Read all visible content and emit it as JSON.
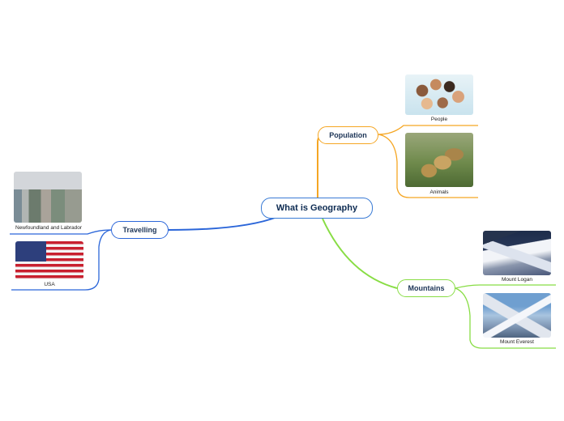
{
  "mindmap": {
    "central": "What is Geography",
    "branches": {
      "population": {
        "label": "Population",
        "color": "#f5a623",
        "items": [
          {
            "label": "People",
            "image": "people-photo"
          },
          {
            "label": "Animals",
            "image": "cheetah-photo"
          }
        ]
      },
      "travelling": {
        "label": "Travelling",
        "color": "#2b66d9",
        "items": [
          {
            "label": "Newfoundland and Labrador",
            "image": "coastal-town-photo"
          },
          {
            "label": "USA",
            "image": "us-flag-photo"
          }
        ]
      },
      "mountains": {
        "label": "Mountains",
        "color": "#88dd44",
        "items": [
          {
            "label": "Mount Logan",
            "image": "snowy-mountain-photo"
          },
          {
            "label": "Mount Everest",
            "image": "everest-photo"
          }
        ]
      }
    }
  }
}
